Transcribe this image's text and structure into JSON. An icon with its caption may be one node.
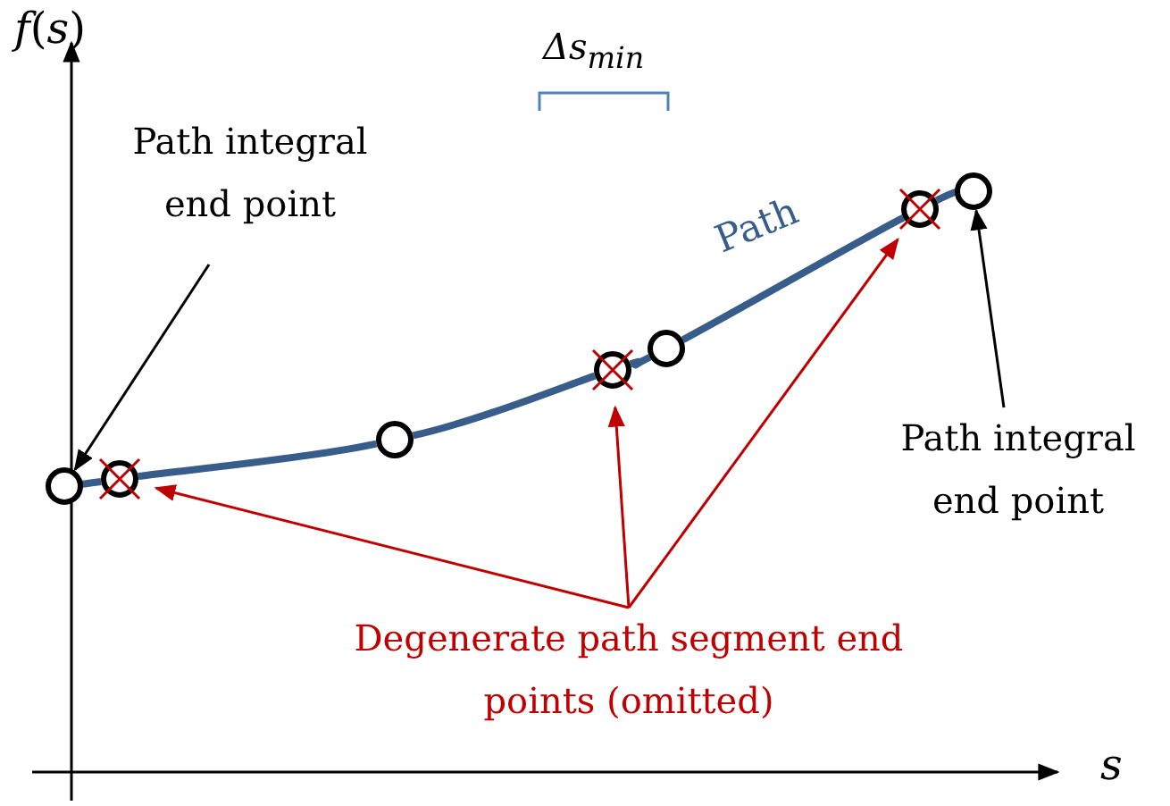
{
  "diagram": {
    "nodes": [
      {
        "text": [
          "Path integral end point"
        ]
      },
      {
        "text": [],
        "shape": "circle"
      },
      {
        "text": [],
        "shape": "circle"
      },
      {
        "text": [],
        "shape": "circle"
      },
      {
        "text": [],
        "shape": "circle"
      },
      {
        "text": [],
        "shape": "circle"
      },
      {
        "text": [],
        "shape": "circle"
      },
      {
        "text": [],
        "shape": "circle"
      },
      {
        "text": [
          "Path integral end point"
        ]
      },
      {
        "text": [
          "Degenerate path segment end points (omitted)"
        ]
      }
    ],
    "edges": [
      {
        "from": 0,
        "to": 1,
        "arrow": "to",
        "color": "#000000"
      },
      {
        "from": 8,
        "to": 7,
        "arrow": "to",
        "color": "#000000"
      },
      {
        "from": 1,
        "to": 2,
        "arrow": "none",
        "color": "#385d8a"
      },
      {
        "from": 2,
        "to": 3,
        "arrow": "none",
        "color": "#385d8a"
      },
      {
        "from": 3,
        "to": 4,
        "arrow": "none",
        "color": "#385d8a"
      },
      {
        "from": 4,
        "to": 5,
        "arrow": "none",
        "color": "#385d8a"
      },
      {
        "from": 5,
        "to": 6,
        "arrow": "none",
        "label": "Path",
        "color": "#385d8a"
      },
      {
        "from": 6,
        "to": 7,
        "arrow": "none",
        "color": "#385d8a"
      },
      {
        "from": 9,
        "to": 2,
        "arrow": "to",
        "color": "#c00000"
      },
      {
        "from": 9,
        "to": 4,
        "arrow": "to",
        "color": "#c00000"
      },
      {
        "from": 9,
        "to": 6,
        "arrow": "to",
        "color": "#c00000"
      }
    ],
    "labels": [
      "*f*(*s*)",
      "Δs$_{min}$",
      "*s*"
    ]
  }
}
